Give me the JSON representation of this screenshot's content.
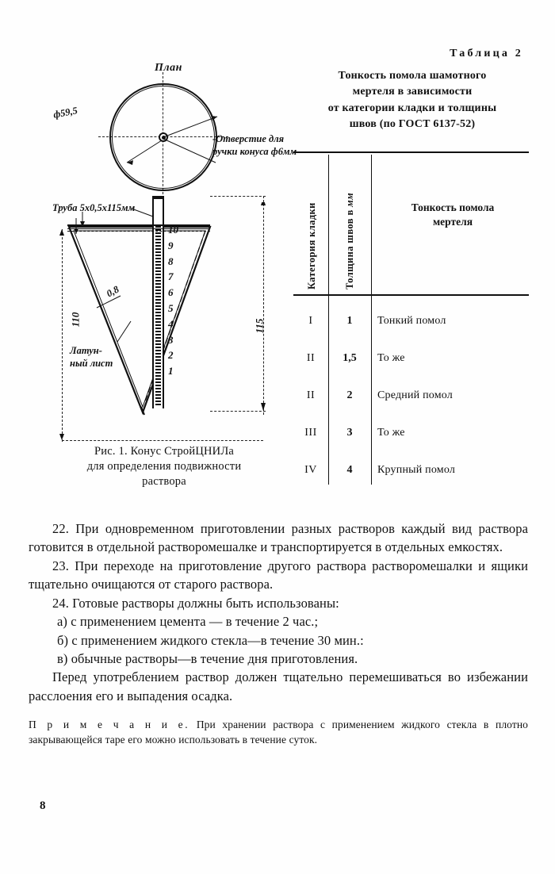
{
  "figure": {
    "plan_title": "План",
    "diameter_label": "ф59,5",
    "hole_note": "-Отверстие для ручки конуса ф6мм",
    "tube_label": "Труба 5х0,5х115мм",
    "thickness_label": "0,8",
    "brass_label_line1": "Латун-",
    "brass_label_line2": "ный лист",
    "dim_left": "110",
    "dim_right": "115",
    "scale_marks": [
      "10",
      "9",
      "8",
      "7",
      "6",
      "5",
      "4",
      "3",
      "2",
      "1"
    ],
    "caption_line1": "Рис. 1. Конус СтройЦНИЛа",
    "caption_line2": "для определения подвижности",
    "caption_line3": "раствора"
  },
  "table": {
    "number": "Таблица 2",
    "title_line1": "Тонкость помола шамотного",
    "title_line2": "мертеля в зависимости",
    "title_line3": "от категории кладки и толщины",
    "title_line4": "швов (по ГОСТ 6137-52)",
    "header_category": "Категория кладки",
    "header_thickness_text": "Толщина швов в ",
    "header_thickness_unit": "мм",
    "header_fineness_line1": "Тонкость помола",
    "header_fineness_line2": "мертеля",
    "rows": [
      {
        "category": "I",
        "thickness": "1",
        "fineness": "Тонкий помол"
      },
      {
        "category": "II",
        "thickness": "1,5",
        "fineness": "То же"
      },
      {
        "category": "II",
        "thickness": "2",
        "fineness": "Средний помол"
      },
      {
        "category": "III",
        "thickness": "3",
        "fineness": "То же"
      },
      {
        "category": "IV",
        "thickness": "4",
        "fineness": "Крупный помол"
      }
    ]
  },
  "body": {
    "p22": "22. При одновременном приготовлении разных растворов каждый вид раствора готовится в отдельной растворомешалке и транспортируется в отдельных емкостях.",
    "p23": "23. При переходе на приготовление другого раствора растворомешалки и ящики тщательно очищаются от старого раствора.",
    "p24": "24. Готовые растворы должны быть использованы:",
    "item_a": "а) с применением цемента — в течение 2 час.;",
    "item_b": "б) с применением жидкого стекла—в течение 30 мин.:",
    "item_v": "в) обычные растворы—в течение дня приготовления.",
    "p_final": "Перед употреблением раствор должен тщательно перемешиваться во избежании расслоения его и выпадения осадка.",
    "note_lead": "П р и м е ч а н и е.",
    "note_text": " При хранении раствора с применением жидкого стекла в плотно закрывающейся таре его можно использовать в течение суток."
  },
  "folio": "8"
}
